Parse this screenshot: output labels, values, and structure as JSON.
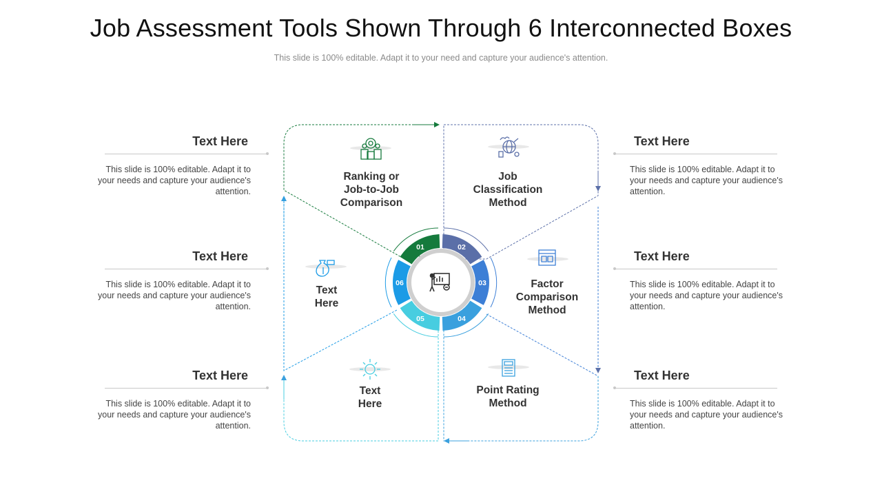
{
  "title": "Job Assessment Tools Shown Through 6 Interconnected Boxes",
  "subtitle": "This slide is 100% editable. Adapt it to your need and capture your audience's attention.",
  "side_blocks": [
    {
      "heading": "Text Here",
      "body": "This slide is 100% editable. Adapt it to your needs and capture your audience's attention."
    },
    {
      "heading": "Text Here",
      "body": "This slide is 100% editable. Adapt it to your needs and capture your audience's attention."
    },
    {
      "heading": "Text Here",
      "body": "This slide is 100% editable. Adapt it to your needs and capture your audience's attention."
    },
    {
      "heading": "Text Here",
      "body": "This slide is 100% editable. Adapt it to your needs and capture your audience's attention."
    },
    {
      "heading": "Text Here",
      "body": "This slide is 100% editable. Adapt it to your needs and capture your audience's attention."
    },
    {
      "heading": "Text Here",
      "body": "This slide is 100% editable. Adapt it to your needs and capture your audience's attention."
    }
  ],
  "segments": [
    {
      "number": "01",
      "label_lines": [
        "Ranking or",
        "Job-to-Job",
        "Comparison"
      ],
      "icon": "team-gear-icon",
      "color": "#157a3c"
    },
    {
      "number": "02",
      "label_lines": [
        "Job",
        "Classification",
        "Method"
      ],
      "icon": "globe-network-icon",
      "color": "#5b6fa8"
    },
    {
      "number": "03",
      "label_lines": [
        "Factor",
        "Comparison",
        "Method"
      ],
      "icon": "document-compare-icon",
      "color": "#3d7fd6"
    },
    {
      "number": "04",
      "label_lines": [
        "Point Rating",
        "Method"
      ],
      "icon": "calculator-icon",
      "color": "#3aa0de"
    },
    {
      "number": "05",
      "label_lines": [
        "Text",
        "Here"
      ],
      "icon": "money-network-icon",
      "color": "#47cde0"
    },
    {
      "number": "06",
      "label_lines": [
        "Text",
        "Here"
      ],
      "icon": "money-bag-icon",
      "color": "#1c9be6"
    }
  ],
  "center_icon": "presentation-board-icon",
  "colors": {
    "dash_green": "#157a3c",
    "dash_blue": "#5b6fa8",
    "dash_light": "#3aa0de",
    "rim": "#cfcfcf"
  }
}
